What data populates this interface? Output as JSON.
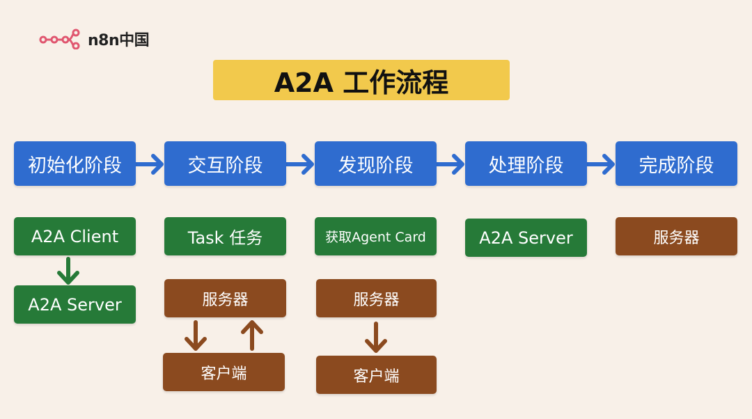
{
  "logo": {
    "text": "n8n中国"
  },
  "title": "A2A 工作流程",
  "stages": [
    "初始化阶段",
    "交互阶段",
    "发现阶段",
    "处理阶段",
    "完成阶段"
  ],
  "columns": {
    "init": {
      "top": "A2A Client",
      "bottom": "A2A Server"
    },
    "interaction": {
      "task": "Task 任务",
      "server": "服务器",
      "client": "客户端"
    },
    "discovery": {
      "fetch": "获取Agent Card",
      "server": "服务器",
      "client": "客户端"
    },
    "processing": {
      "server": "A2A Server"
    },
    "completion": {
      "server": "服务器"
    }
  },
  "colors": {
    "background": "#f8f0e8",
    "title_bg": "#f2c94c",
    "stage_blue": "#2f6ccf",
    "green": "#267a38",
    "brown": "#8b4a1f",
    "logo_pink": "#e0566f"
  }
}
